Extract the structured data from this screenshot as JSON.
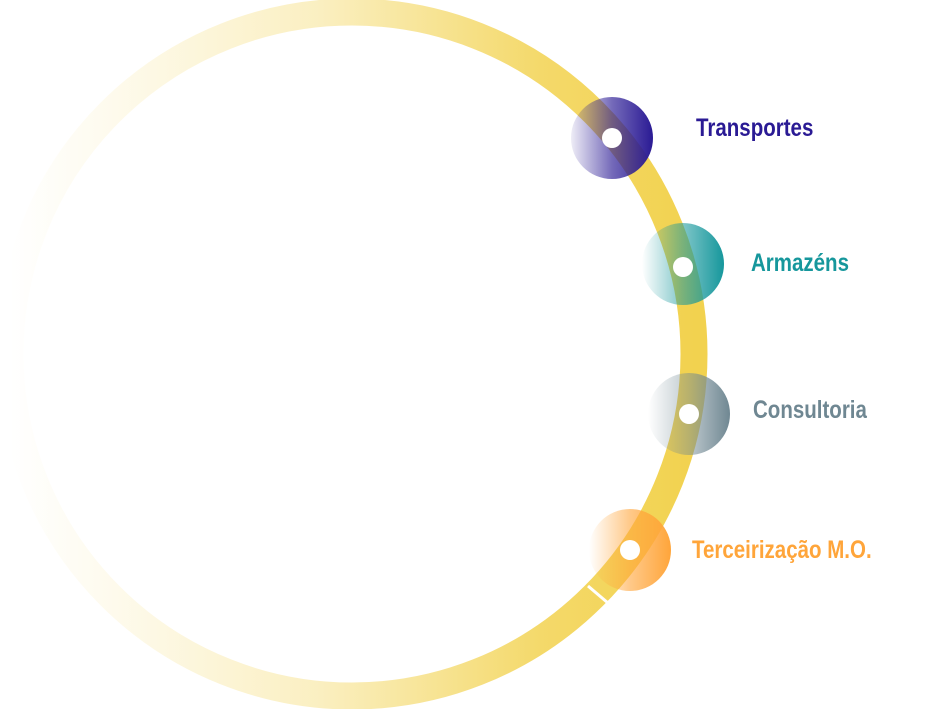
{
  "nodes": [
    {
      "label": "Transportes",
      "color": "#2a1a94"
    },
    {
      "label": "Armazéns",
      "color": "#16979c"
    },
    {
      "label": "Consultoria",
      "color": "#6f8792"
    },
    {
      "label": "Terceirização M.O.",
      "color": "#ffa53a"
    }
  ],
  "ring_color": "#f2d24f"
}
